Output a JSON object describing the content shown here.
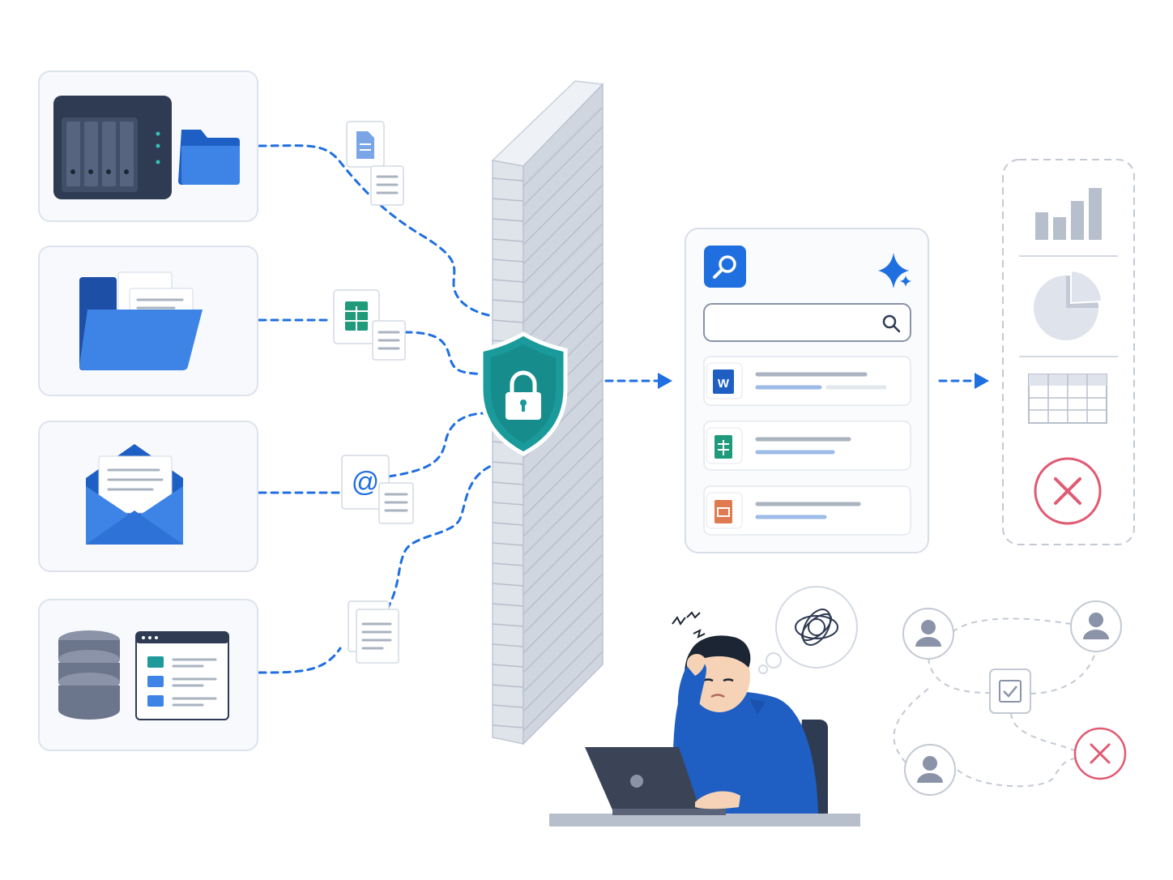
{
  "colors": {
    "accent_blue": "#1f6fe0",
    "dark_navy": "#2f3b52",
    "shield_teal": "#1a9a9a",
    "error_red": "#e05a72",
    "wall_gray": "#d7dce6"
  },
  "icons": {
    "sources": [
      "nas-server-icon",
      "folder-icon",
      "file-folder-icon",
      "mail-envelope-icon",
      "database-icon",
      "app-window-icon"
    ],
    "documents": [
      "document-icon",
      "spreadsheet-icon",
      "at-sign-icon"
    ],
    "security": [
      "brick-wall",
      "shield-lock-icon"
    ],
    "search": [
      "search-icon",
      "sparkle-icon",
      "word-file-icon",
      "sheets-file-icon",
      "slides-file-icon"
    ],
    "outputs": [
      "bar-chart-icon",
      "pie-chart-icon",
      "table-icon",
      "error-x-icon"
    ],
    "people": [
      "frustrated-user",
      "laptop-icon",
      "confused-thought-icon",
      "user-node-icon",
      "checkbox-icon"
    ]
  },
  "labels": {
    "at_symbol": "@",
    "word_letter": "W"
  }
}
